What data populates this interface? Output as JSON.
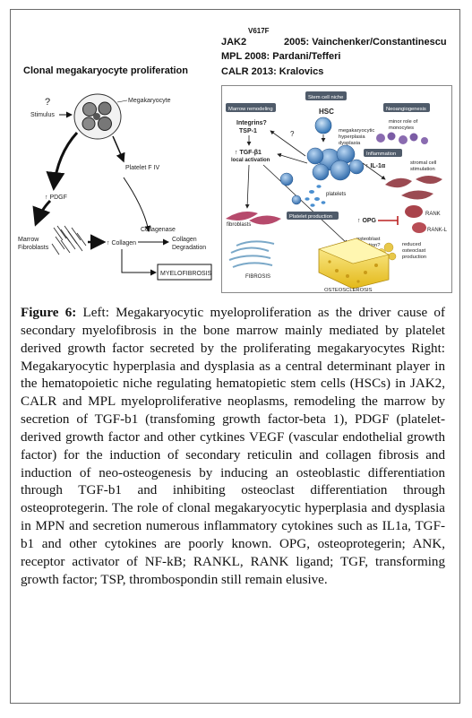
{
  "annotations": {
    "mutation_superscript": "V617F",
    "jak2_gene": "JAK2",
    "jak2_reference": "2005: Vainchenker/Constantinescu",
    "mpl_line": "MPL 2008: Pardani/Tefferi",
    "calr_line": "CALR 2013: Kralovics"
  },
  "left_panel": {
    "title": "Clonal megakaryocyte proliferation",
    "stimulus_q": "?",
    "stimulus": "Stimulus",
    "megakaryocyte": "Megakaryocyte",
    "platelet_factor": "Platelet F IV",
    "pdgf": "↑ PDGF",
    "marrow": "Marrow",
    "fibroblasts": "Fibroblasts",
    "collagenase": "Collagenase",
    "collagen": "↑ Collagen",
    "collagen_deg_1": "Collagen",
    "collagen_deg_2": "Degradation",
    "myelofibrosis": "MYELOFIBROSIS"
  },
  "right_panel": {
    "stem_cell_niche": "Stem cell niche",
    "marrow_remodeling": "Marrow remodeling",
    "neoangiogenesis": "Neoangiogenesis",
    "hsc": "HSC",
    "integrins": "Integrins?",
    "tsp1": "TSP-1",
    "mk_line1": "megakaryocytic",
    "mk_line2": "hyperplasia",
    "mk_line3": "dysplasia",
    "minor_role_1": "minor role of",
    "minor_role_2": "monocytes",
    "inflammation": "Inflammation",
    "il1a": "↑ IL-1α",
    "stromal_1": "stromal cell",
    "stromal_2": "stimulation",
    "tgf_1": "↑ TGF-β1",
    "tgf_2": "local activation",
    "platelets": "platelets",
    "q_mark": "?",
    "platelet_production": "Platelet production",
    "opg": "↑ OPG",
    "rank": "RANK",
    "rankl": "RANK-L",
    "fibroblasts": "fibroblasts",
    "ob_1": "osteoblast",
    "ob_2": "proliferation?",
    "reduced_1": "reduced",
    "reduced_2": "osteoclast",
    "reduced_3": "production",
    "fibrosis": "FIBROSIS",
    "osteosclerosis": "OSTEOSCLEROSIS"
  },
  "caption": {
    "label": "Figure 6:",
    "text": " Left: Megakaryocytic myeloproliferation as the driver cause of secondary myelofibrosis in the bone marrow mainly mediated by platelet derived growth factor secreted by the proliferating megakaryocytes Right: Megakaryocytic hyperplasia and dysplasia as a central determinant player in the hematopoietic niche regulating hematopietic stem cells (HSCs) in JAK2, CALR and MPL myeloproliferative neoplasms, remodeling the marrow by secretion of TGF-b1 (transfoming growth factor-beta 1), PDGF (platelet-derived growth factor and other cytkines VEGF (vascular endothelial growth factor) for the induction of secondary reticulin and collagen fibrosis and induction of neo-osteogenesis by inducing an osteoblastic differentiation through TGF-b1 and inhibiting osteoclast differentiation through osteoprotegerin. The role of clonal megakaryocytic hyperplasia and dysplasia in MPN and secretion numerous inflammatory cytokines such as IL1a, TGF-b1 and other cytokines are poorly known. OPG, osteoprotegerin; ANK, receptor activator of NF-kB; RANKL, RANK ligand; TGF, transforming growth factor; TSP, thrombospondin still remain elusive."
  }
}
